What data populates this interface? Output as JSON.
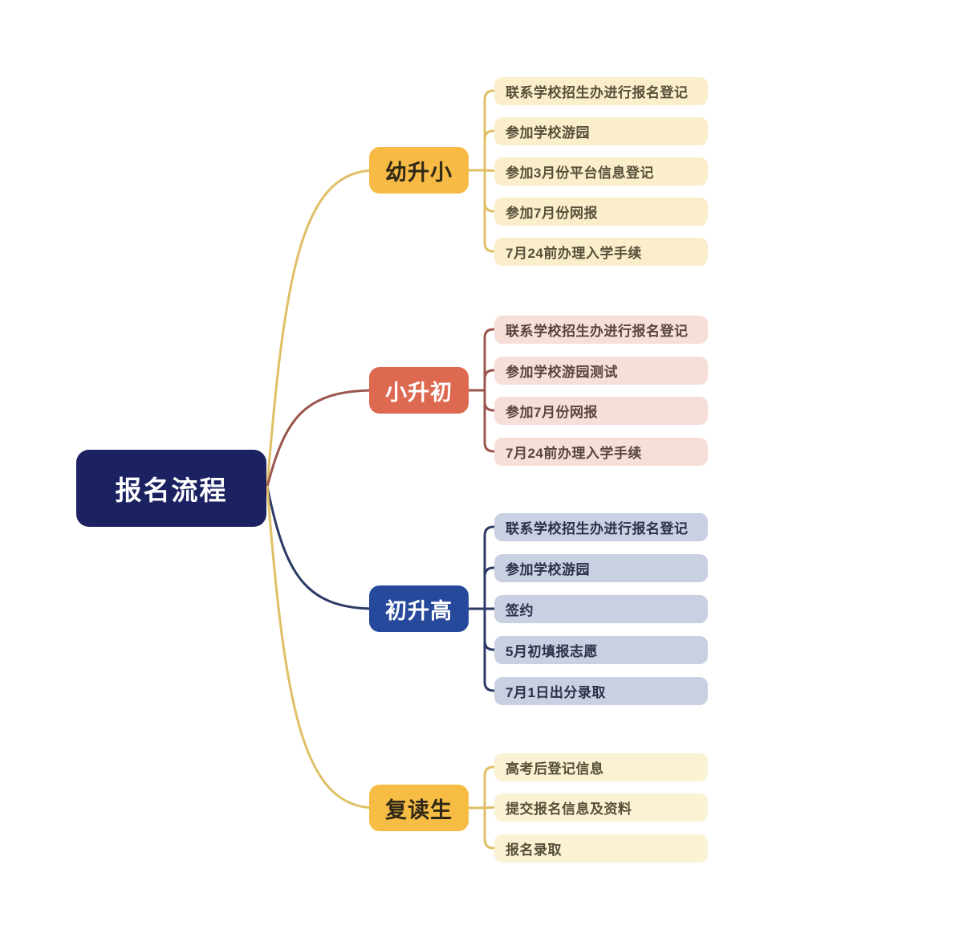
{
  "root": {
    "label": "报名流程",
    "bg_color": "#1b2161",
    "text_color": "#ffffff"
  },
  "branches": [
    {
      "label": "幼升小",
      "node_bg": "#f6ba45",
      "node_text": "#2f2817",
      "line_color": "#e0bf66",
      "child_bg": "#faeecb",
      "child_text": "#56503a",
      "children": [
        {
          "label": "联系学校招生办进行报名登记"
        },
        {
          "label": "参加学校游园"
        },
        {
          "label": "参加3月份平台信息登记"
        },
        {
          "label": "参加7月份网报"
        },
        {
          "label": "7月24前办理入学手续"
        }
      ]
    },
    {
      "label": "小升初",
      "node_bg": "#de6951",
      "node_text": "#ffffff",
      "line_color": "#9a564c",
      "child_bg": "#f7ded7",
      "child_text": "#574540",
      "children": [
        {
          "label": "联系学校招生办进行报名登记"
        },
        {
          "label": "参加学校游园测试"
        },
        {
          "label": "参加7月份网报"
        },
        {
          "label": "7月24前办理入学手续"
        }
      ]
    },
    {
      "label": "初升高",
      "node_bg": "#27499c",
      "node_text": "#ffffff",
      "line_color": "#2c3a66",
      "child_bg": "#c9d0e1",
      "child_text": "#2c3049",
      "children": [
        {
          "label": "联系学校招生办进行报名登记"
        },
        {
          "label": "参加学校游园"
        },
        {
          "label": "签约"
        },
        {
          "label": "5月初填报志愿"
        },
        {
          "label": "7月1日出分录取"
        }
      ]
    },
    {
      "label": "复读生",
      "node_bg": "#f6bc43",
      "node_text": "#2f2817",
      "line_color": "#e0bf66",
      "child_bg": "#fbf1d3",
      "child_text": "#56503a",
      "children": [
        {
          "label": "高考后登记信息"
        },
        {
          "label": "提交报名信息及资料"
        },
        {
          "label": "报名录取"
        }
      ]
    }
  ]
}
